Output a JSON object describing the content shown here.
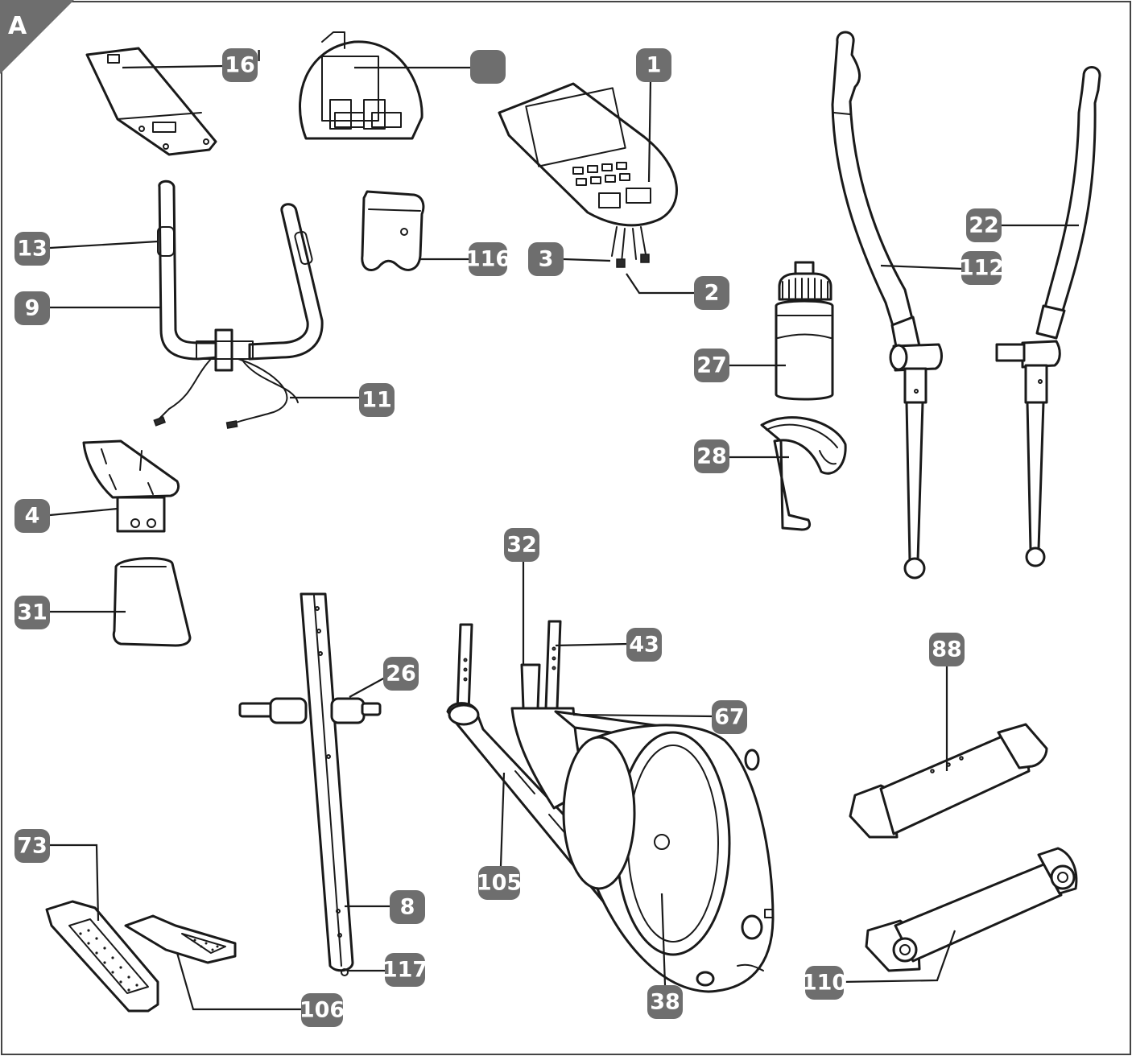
{
  "figure_label": "A",
  "badge_color": "#6e6e6e",
  "parts": {
    "p16": "16",
    "p_blank": "",
    "p1": "1",
    "p13": "13",
    "p116": "116",
    "p3": "3",
    "p22": "22",
    "p112": "112",
    "p2": "2",
    "p9": "9",
    "p27": "27",
    "p11": "11",
    "p28": "28",
    "p4": "4",
    "p32": "32",
    "p31": "31",
    "p43": "43",
    "p26": "26",
    "p88": "88",
    "p67": "67",
    "p73": "73",
    "p105": "105",
    "p8": "8",
    "p117": "117",
    "p110": "110",
    "p38": "38",
    "p106": "106"
  }
}
